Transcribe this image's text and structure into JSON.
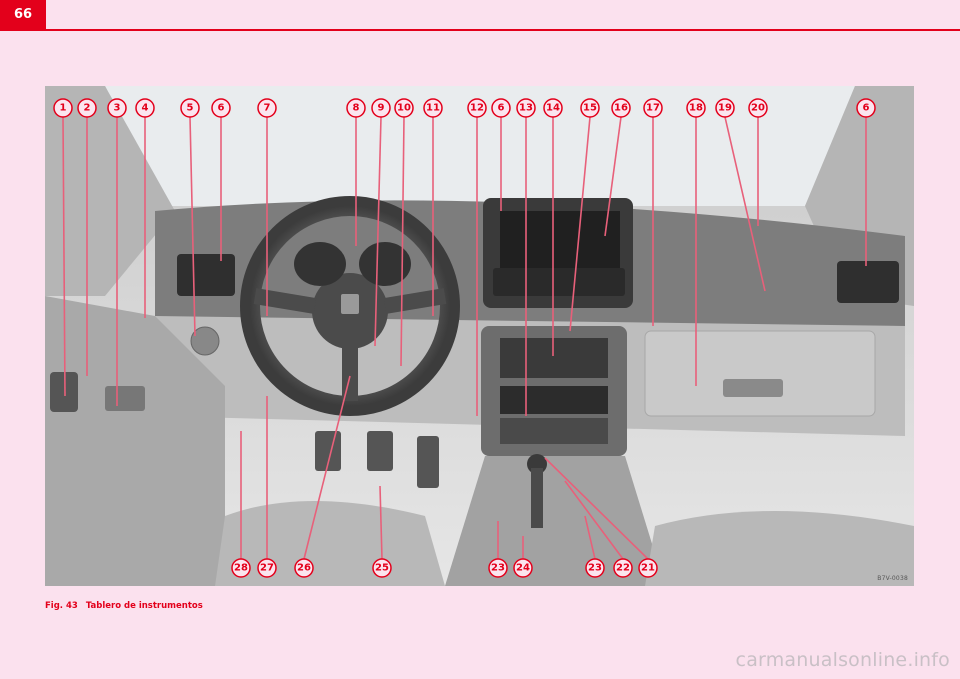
{
  "page": {
    "number": "66"
  },
  "figure": {
    "label": "Fig. 43",
    "caption": "Tablero de instrumentos",
    "image_code": "B7V-0038",
    "callouts_top": [
      "1",
      "2",
      "3",
      "4",
      "5",
      "6",
      "7",
      "8",
      "9",
      "10",
      "11",
      "12",
      "6",
      "13",
      "14",
      "15",
      "16",
      "17",
      "18",
      "19",
      "20",
      "6"
    ],
    "callouts_bottom": [
      "28",
      "27",
      "26",
      "25",
      "23",
      "24",
      "23",
      "22",
      "21"
    ]
  },
  "watermark": "carmanualsonline.info",
  "colors": {
    "accent": "#e3001b",
    "background": "#fbe1ee"
  }
}
